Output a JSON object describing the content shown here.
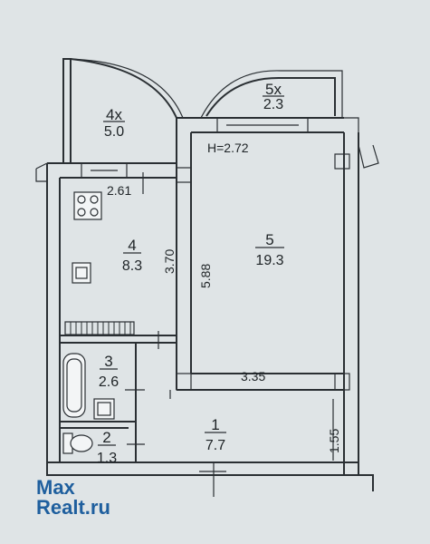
{
  "plan": {
    "height_label": "H=2.72",
    "rooms": [
      {
        "id": "room-1",
        "number": "1",
        "area": "7.7"
      },
      {
        "id": "room-2",
        "number": "2",
        "area": "1.3"
      },
      {
        "id": "room-3",
        "number": "3",
        "area": "2.6"
      },
      {
        "id": "room-4",
        "number": "4",
        "area": "8.3"
      },
      {
        "id": "room-4x",
        "number": "4x",
        "area": "5.0"
      },
      {
        "id": "room-5",
        "number": "5",
        "area": "19.3"
      },
      {
        "id": "room-5x",
        "number": "5x",
        "area": "2.3"
      }
    ],
    "dimensions": {
      "d_261": "2.61",
      "d_370": "3.70",
      "d_588": "5.88",
      "d_335": "3.35",
      "d_155": "1.55"
    }
  },
  "watermark": {
    "line1": "Max",
    "line2": "Realt.ru"
  },
  "colors": {
    "background": "#dfe4e6",
    "lines": "#2a2f33",
    "watermark": "#1f5f9e"
  }
}
